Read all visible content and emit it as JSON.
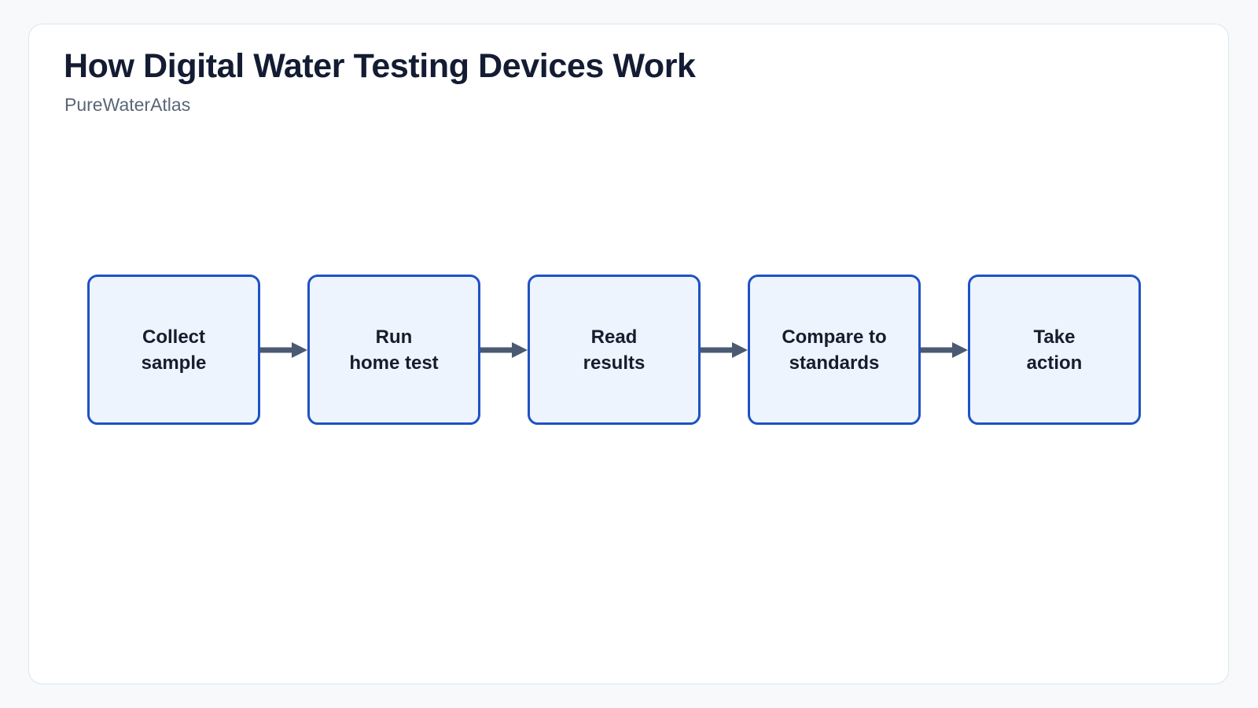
{
  "page": {
    "background_color": "#f7f9fb",
    "card_background_color": "#ffffff",
    "card_border_color": "#dde5ed"
  },
  "header": {
    "title": "How Digital Water Testing Devices Work",
    "subtitle": "PureWaterAtlas",
    "title_color": "#141c33",
    "subtitle_color": "#5a6678"
  },
  "chart_data": {
    "type": "diagram",
    "diagram_kind": "horizontal-process-flow",
    "title": "How Digital Water Testing Devices Work",
    "subtitle": "PureWaterAtlas",
    "orientation": "left-to-right",
    "node_count": 5,
    "connector_count": 4,
    "node_fill": "#edf4fd",
    "node_border": "#1f52c4",
    "node_text_color": "#161d2e",
    "connector_color": "#4b5a72",
    "nodes": [
      {
        "id": 1,
        "label": "Collect\nsample",
        "line1": "Collect",
        "line2": "sample"
      },
      {
        "id": 2,
        "label": "Run\nhome test",
        "line1": "Run",
        "line2": "home test"
      },
      {
        "id": 3,
        "label": "Read\nresults",
        "line1": "Read",
        "line2": "results"
      },
      {
        "id": 4,
        "label": "Compare to\nstandards",
        "line1": "Compare to",
        "line2": "standards"
      },
      {
        "id": 5,
        "label": "Take\naction",
        "line1": "Take",
        "line2": "action"
      }
    ],
    "edges": [
      {
        "from": "Collect sample",
        "to": "Run home test",
        "style": "solid-arrow"
      },
      {
        "from": "Run home test",
        "to": "Read results",
        "style": "solid-arrow"
      },
      {
        "from": "Read results",
        "to": "Compare to standards",
        "style": "solid-arrow"
      },
      {
        "from": "Compare to standards",
        "to": "Take action",
        "style": "solid-arrow"
      }
    ]
  }
}
